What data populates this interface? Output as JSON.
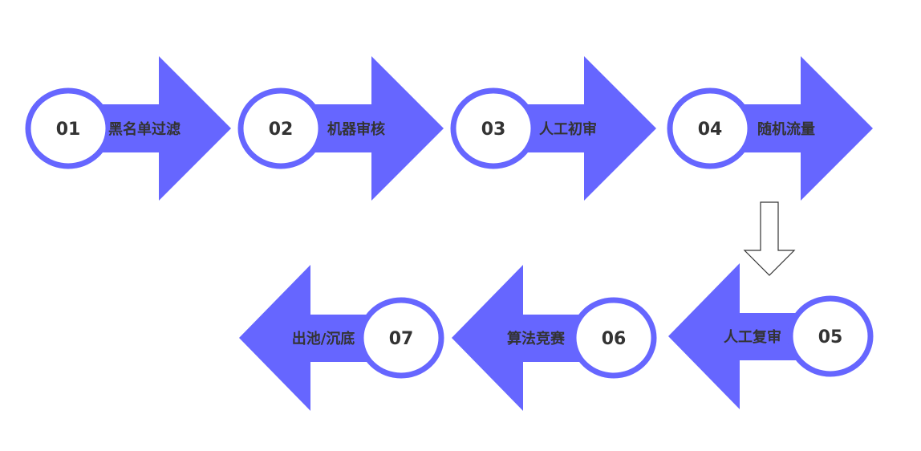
{
  "colors": {
    "arrow": "#6666ff",
    "circle_fill": "#ffffff",
    "text": "#333333",
    "connector_stroke": "#333333"
  },
  "steps": [
    {
      "number": "01",
      "label": "黑名单过滤",
      "direction": "right"
    },
    {
      "number": "02",
      "label": "机器审核",
      "direction": "right"
    },
    {
      "number": "03",
      "label": "人工初审",
      "direction": "right"
    },
    {
      "number": "04",
      "label": "随机流量",
      "direction": "right"
    },
    {
      "number": "05",
      "label": "人工复审",
      "direction": "left"
    },
    {
      "number": "06",
      "label": "算法竞赛",
      "direction": "left"
    },
    {
      "number": "07",
      "label": "出池/沉底",
      "direction": "left"
    }
  ],
  "connector": {
    "direction": "down"
  }
}
